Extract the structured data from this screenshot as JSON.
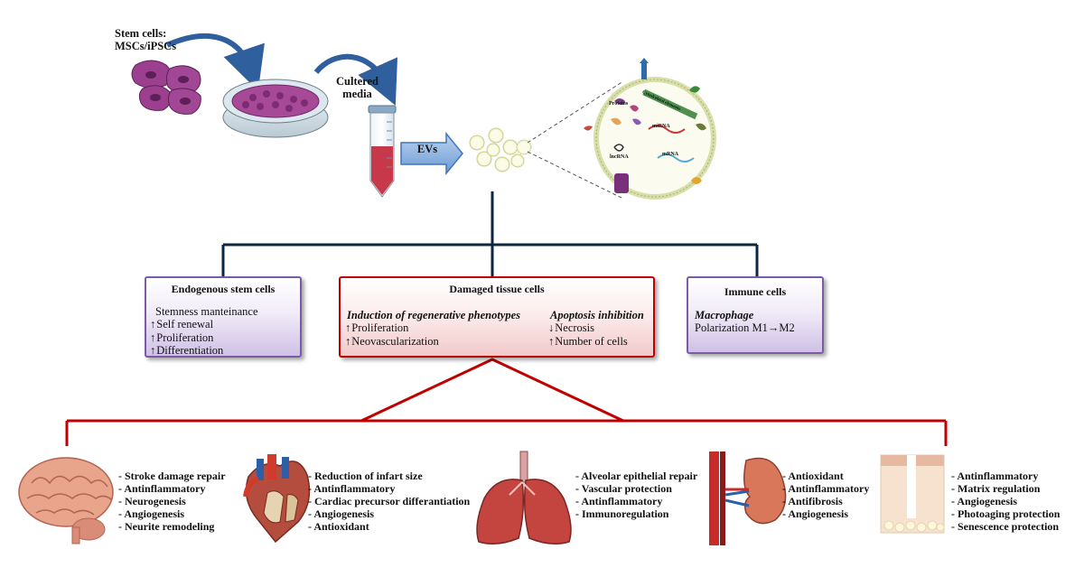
{
  "top": {
    "stem_cells_line1": "Stem cells:",
    "stem_cells_line2": "MSCs/iPSCs",
    "media_line1": "Cultered",
    "media_line2": "media",
    "evs": "EVs"
  },
  "vesicle_labels": {
    "proteins": "Proteins",
    "cytoskeletal": "Cytoskeletal elements",
    "mirna": "miRNA",
    "lncrna": "lncRNA",
    "mrna": "mRNA"
  },
  "boxes": {
    "endogenous": {
      "title": "Endogenous stem cells",
      "intro": "Stemness manteinance",
      "items": [
        "Self renewal",
        "Proliferation",
        "Differentiation"
      ]
    },
    "damaged": {
      "title": "Damaged tissue cells",
      "left_heading": "Induction of regenerative phenotypes",
      "left_items": [
        "Proliferation",
        "Neovascularization"
      ],
      "right_heading": "Apoptosis inhibition",
      "right_items": [
        "Necrosis",
        "Number of cells"
      ]
    },
    "immune": {
      "title": "Immune cells",
      "heading": "Macrophage",
      "text": "Polarization M1→M2"
    }
  },
  "organs": {
    "brain": [
      "Stroke damage repair",
      "Antinflammatory",
      "Neurogenesis",
      "Angiogenesis",
      "Neurite remodeling"
    ],
    "heart": [
      "Reduction of infart size",
      "Antinflammatory",
      "Cardiac precursor differantiation",
      "Angiogenesis",
      "Antioxidant"
    ],
    "lung": [
      "Alveolar epithelial repair",
      "Vascular protection",
      "Antinflammatory",
      "Immunoregulation"
    ],
    "kidney": [
      "Antioxidant",
      "Antinflammatory",
      "Antifibrosis",
      "Angiogenesis"
    ],
    "skin": [
      "Antinflammatory",
      "Matrix regulation",
      "Angiogenesis",
      "Photoaging protection",
      "Senescence protection"
    ]
  },
  "colors": {
    "navy": "#0d2740",
    "red": "#c00000",
    "purple_border": "#7b5aa6",
    "arrow_blue": "#3f77b8",
    "cell_purple": "#9c3f8f",
    "vesicle_yellow": "#f4f2c4"
  }
}
